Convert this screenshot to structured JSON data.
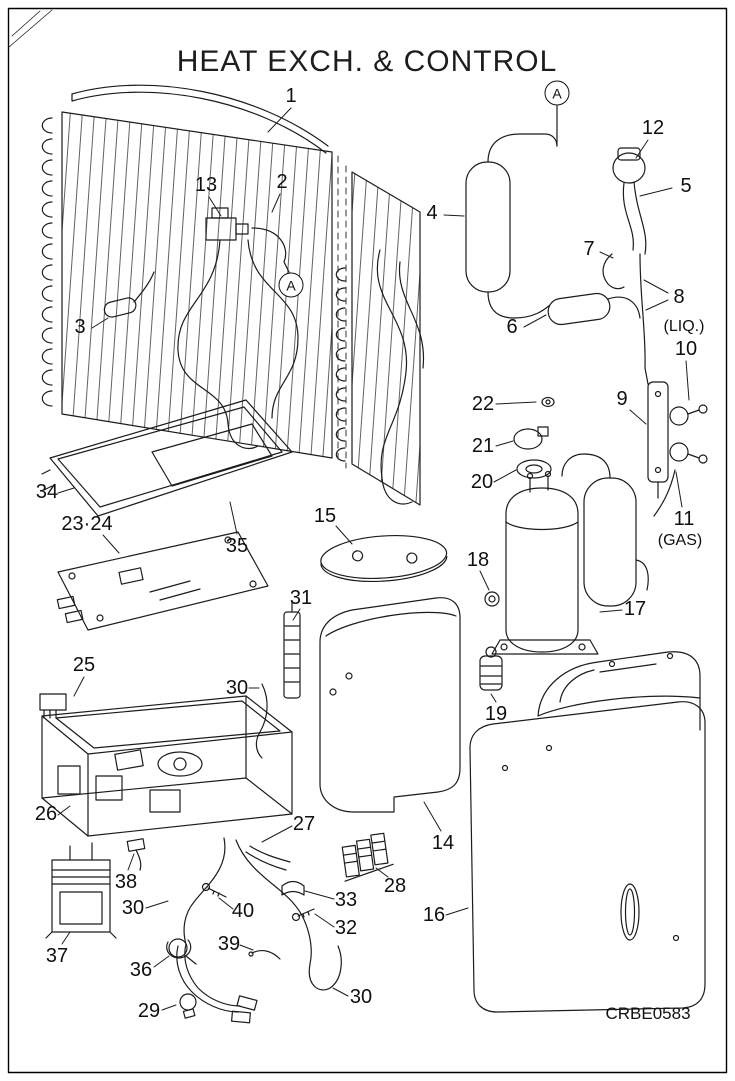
{
  "title": "HEAT EXCH. & CONTROL",
  "drawing_code": "CRBE0583",
  "markers": [
    "A",
    "A"
  ],
  "callouts": [
    {
      "label": "1"
    },
    {
      "label": "12"
    },
    {
      "label": "13"
    },
    {
      "label": "2"
    },
    {
      "label": "5"
    },
    {
      "label": "4"
    },
    {
      "label": "7"
    },
    {
      "label": "8"
    },
    {
      "label": "(LIQ.)"
    },
    {
      "label": "3"
    },
    {
      "label": "6"
    },
    {
      "label": "10"
    },
    {
      "label": "22"
    },
    {
      "label": "9"
    },
    {
      "label": "21"
    },
    {
      "label": "20"
    },
    {
      "label": "34"
    },
    {
      "label": "11"
    },
    {
      "label": "(GAS)"
    },
    {
      "label": "23·24"
    },
    {
      "label": "35"
    },
    {
      "label": "15"
    },
    {
      "label": "18"
    },
    {
      "label": "17"
    },
    {
      "label": "31"
    },
    {
      "label": "25"
    },
    {
      "label": "30"
    },
    {
      "label": "19"
    },
    {
      "label": "26"
    },
    {
      "label": "27"
    },
    {
      "label": "14"
    },
    {
      "label": "28"
    },
    {
      "label": "38"
    },
    {
      "label": "33"
    },
    {
      "label": "30"
    },
    {
      "label": "32"
    },
    {
      "label": "40"
    },
    {
      "label": "16"
    },
    {
      "label": "37"
    },
    {
      "label": "39"
    },
    {
      "label": "36"
    },
    {
      "label": "29"
    },
    {
      "label": "30"
    }
  ]
}
